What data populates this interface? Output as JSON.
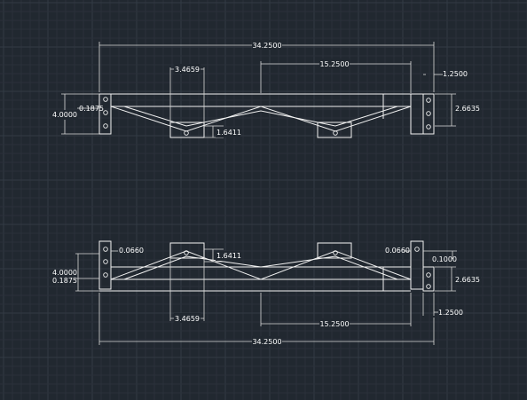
{
  "colors": {
    "background": "#212830",
    "grid_minor": "#2a313a",
    "grid_major": "#323a44",
    "lines": "#f2f2f2"
  },
  "top_view": {
    "dims": {
      "overall_length": "34.2500",
      "left_bay_width": "3.4659",
      "right_bay_width": "15.2500",
      "tab_width": "1.2500",
      "side_height": "2.6635",
      "left_height": "4.0000",
      "offset": "0.1875",
      "web_drop": "1.6411"
    }
  },
  "bottom_view": {
    "dims": {
      "overall_length": "34.2500",
      "left_bay_width": "3.4659",
      "right_bay_width": "15.2500",
      "tab_width": "1.2500",
      "side_height": "2.6635",
      "left_height": "4.0000",
      "offset": "0.1875",
      "web_drop": "1.6411",
      "gap_left": "0.0660",
      "gap_right": "0.0660",
      "right_offset": "0.1000"
    }
  }
}
